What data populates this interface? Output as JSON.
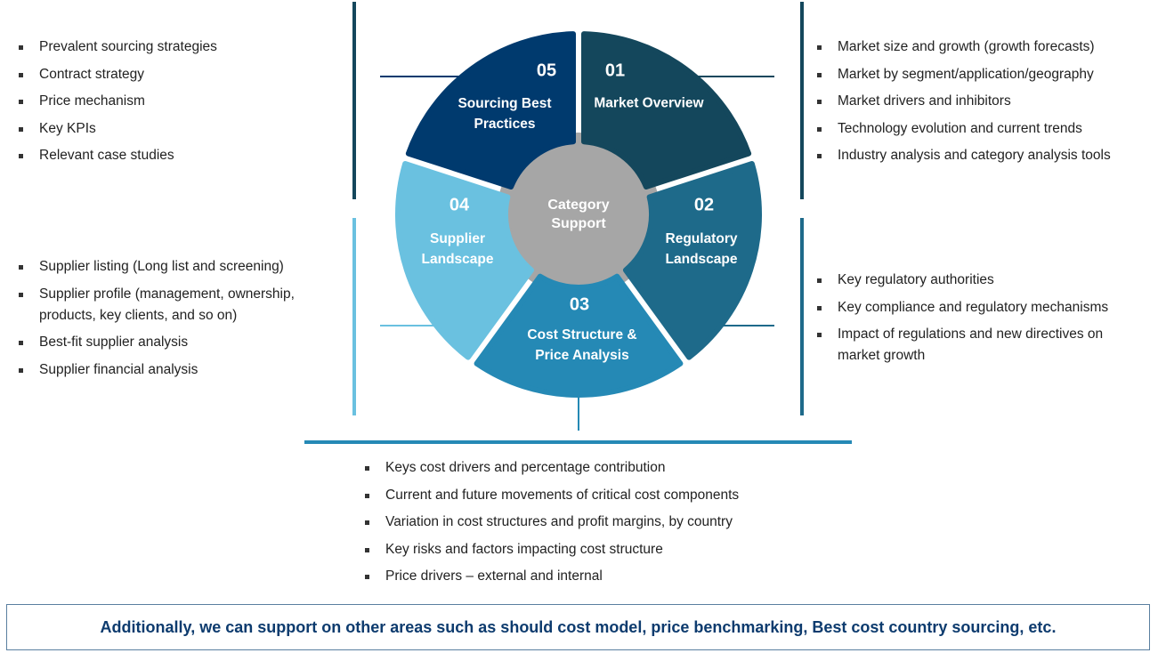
{
  "center": {
    "line1": "Category",
    "line2": "Support"
  },
  "segments": [
    {
      "num": "01",
      "line1": "Market Overview",
      "line2": "",
      "color": "#14475c"
    },
    {
      "num": "02",
      "line1": "Regulatory",
      "line2": "Landscape",
      "color": "#1e6a8a"
    },
    {
      "num": "03",
      "line1": "Cost Structure &",
      "line2": "Price Analysis",
      "color": "#2589b5"
    },
    {
      "num": "04",
      "line1": "Supplier",
      "line2": "Landscape",
      "color": "#6ac1e0"
    },
    {
      "num": "05",
      "line1": "Sourcing Best",
      "line2": "Practices",
      "color": "#003a6e"
    }
  ],
  "lists": {
    "sourcing": [
      "Prevalent sourcing strategies",
      "Contract strategy",
      "Price mechanism",
      "Key KPIs",
      "Relevant case studies"
    ],
    "market": [
      "Market size and growth (growth forecasts)",
      "Market by segment/application/geography",
      "Market drivers and inhibitors",
      "Technology evolution and current trends",
      "Industry analysis and category analysis tools"
    ],
    "supplier": [
      "Supplier listing (Long list and screening)",
      "Supplier profile (management, ownership, products, key clients, and so on)",
      "Best-fit supplier analysis",
      "Supplier financial analysis"
    ],
    "regulatory": [
      "Key regulatory authorities",
      "Key compliance and regulatory mechanisms",
      "Impact of regulations and new directives on market growth"
    ],
    "cost": [
      "Keys cost drivers and percentage contribution",
      "Current and future movements of critical cost components",
      "Variation in cost structures and profit margins, by country",
      "Key risks and factors impacting cost structure",
      "Price drivers – external and internal"
    ]
  },
  "footer": "Additionally, we can support on other areas such as should cost model, price benchmarking, Best cost country sourcing, etc."
}
